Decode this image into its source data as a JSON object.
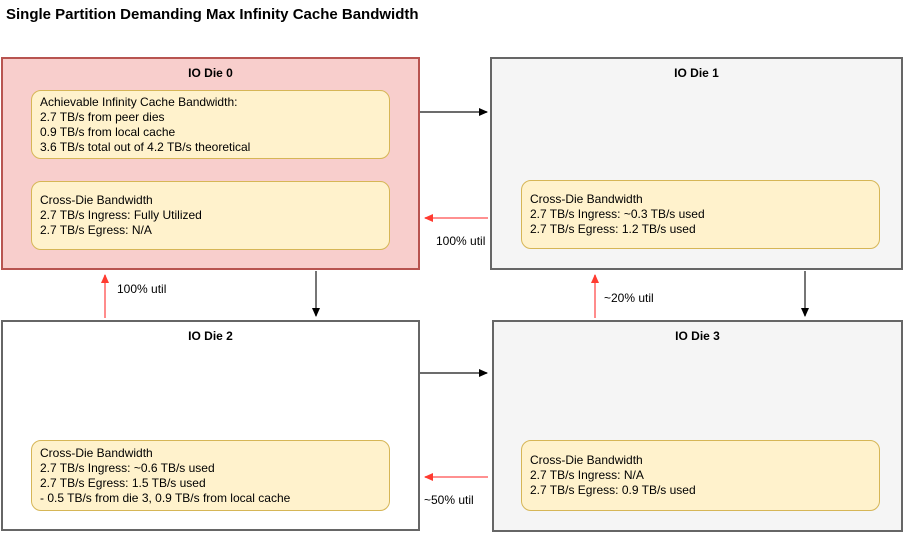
{
  "title": "Single Partition Demanding Max Infinity Cache Bandwidth",
  "colors": {
    "die0_fill": "#f8cecc",
    "die0_stroke": "#b85450",
    "gray_fill": "#f5f5f5",
    "white_fill": "#ffffff",
    "gray_stroke": "#666666",
    "note_fill": "#fff2cc",
    "note_stroke": "#d6b656",
    "black_arrow": "#3c3c3c",
    "black_arrow_head": "#000000",
    "red_arrow": "#ff8080",
    "red_arrow_head": "#ff3b30"
  },
  "dies": [
    {
      "title": "IO Die 0",
      "boxes": [
        {
          "lines": [
            "Achievable Infinity Cache Bandwidth:",
            "2.7 TB/s from peer dies",
            "0.9 TB/s from local cache",
            "3.6 TB/s total out of 4.2 TB/s theoretical"
          ]
        },
        {
          "lines": [
            "Cross-Die Bandwidth",
            "2.7 TB/s Ingress: Fully Utilized",
            "2.7 TB/s Egress: N/A"
          ]
        }
      ]
    },
    {
      "title": "IO Die 1",
      "boxes": [
        {
          "lines": [
            "Cross-Die Bandwidth",
            "2.7 TB/s Ingress: ~0.3 TB/s used",
            "2.7 TB/s Egress: 1.2 TB/s used"
          ]
        }
      ]
    },
    {
      "title": "IO Die 2",
      "boxes": [
        {
          "lines": [
            "Cross-Die Bandwidth",
            "2.7 TB/s Ingress: ~0.6 TB/s used",
            "2.7 TB/s Egress: 1.5 TB/s used",
            "- 0.5 TB/s from die 3, 0.9 TB/s from local cache"
          ]
        }
      ]
    },
    {
      "title": "IO Die 3",
      "boxes": [
        {
          "lines": [
            "Cross-Die Bandwidth",
            "2.7 TB/s Ingress: N/A",
            "2.7 TB/s Egress: 0.9 TB/s used"
          ]
        }
      ]
    }
  ],
  "edge_labels": {
    "die1_to_die0": "100% util",
    "die2_to_die0": "100% util",
    "die3_to_die1": "~20% util",
    "die3_to_die2": "~50% util"
  },
  "edges": [
    {
      "from": "IO Die 0",
      "to": "IO Die 1",
      "color": "black",
      "label": ""
    },
    {
      "from": "IO Die 1",
      "to": "IO Die 0",
      "color": "red",
      "label": "100% util"
    },
    {
      "from": "IO Die 0",
      "to": "IO Die 2",
      "color": "black",
      "label": ""
    },
    {
      "from": "IO Die 2",
      "to": "IO Die 0",
      "color": "red",
      "label": "100% util"
    },
    {
      "from": "IO Die 1",
      "to": "IO Die 3",
      "color": "black",
      "label": ""
    },
    {
      "from": "IO Die 3",
      "to": "IO Die 1",
      "color": "red",
      "label": "~20% util"
    },
    {
      "from": "IO Die 2",
      "to": "IO Die 3",
      "color": "black",
      "label": ""
    },
    {
      "from": "IO Die 3",
      "to": "IO Die 2",
      "color": "red",
      "label": "~50% util"
    }
  ]
}
